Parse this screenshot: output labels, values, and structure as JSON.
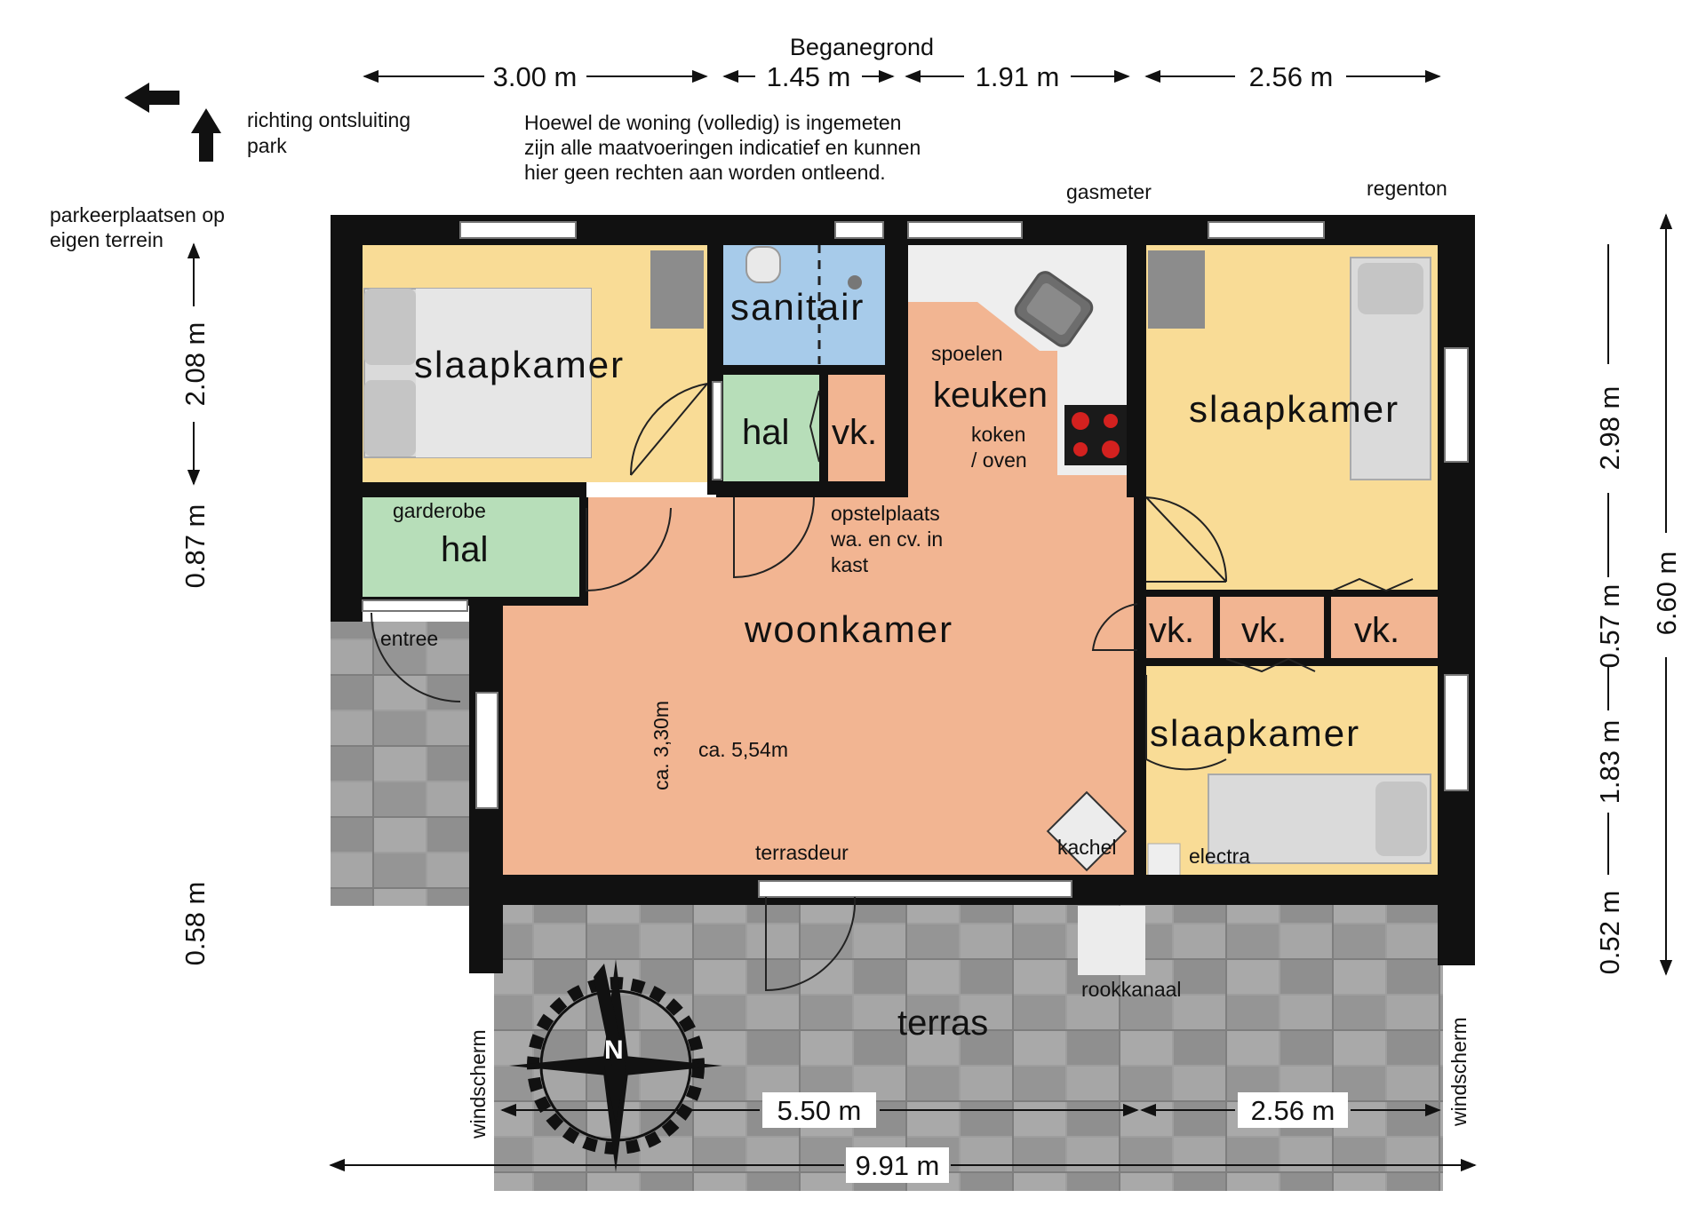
{
  "title": "Beganegrond",
  "note_lines": [
    "Hoewel de woning (volledig) is ingemeten",
    "zijn alle maatvoeringen indicatief en kunnen",
    "hier geen rechten aan worden ontleend."
  ],
  "direction": {
    "lines": [
      "richting ontsluiting",
      "park"
    ],
    "parking_lines": [
      "parkeerplaatsen op",
      "eigen terrein"
    ]
  },
  "outside_labels": {
    "gasmeter": "gasmeter",
    "regenton": "regenton",
    "rookkanaal": "rookkanaal",
    "windscherm": "windscherm",
    "entree": "entree",
    "terrasdeur": "terrasdeur"
  },
  "rooms": {
    "slaapkamer_1": "slaapkamer",
    "sanitair": "sanitair",
    "hal_small": "hal",
    "vk": "vk.",
    "keuken": "keuken",
    "spoelen": "spoelen",
    "koken": [
      "koken",
      "/ oven"
    ],
    "slaapkamer_2": "slaapkamer",
    "garderobe": "garderobe",
    "hal": "hal",
    "opstel": [
      "opstelplaats",
      "wa. en cv. in",
      "kast"
    ],
    "woonkamer": "woonkamer",
    "slaapkamer_3": "slaapkamer",
    "kachel": "kachel",
    "electra": "electra",
    "terras": "terras",
    "woonkamer_width": "ca. 5,54m",
    "woonkamer_depth": "ca. 3,30m"
  },
  "dimensions": {
    "top": [
      "3.00 m",
      "1.45 m",
      "1.91 m",
      "2.56 m"
    ],
    "left": [
      "2.08 m",
      "0.87 m",
      "0.58 m"
    ],
    "right": [
      "2.98 m",
      "0.57 m",
      "1.83 m",
      "0.52 m"
    ],
    "right_total": "6.60 m",
    "bottom": [
      "5.50 m",
      "2.56 m"
    ],
    "bottom_total": "9.91 m"
  },
  "compass": {
    "north": "N"
  },
  "colors": {
    "wall": "#111111",
    "bedroom": "#f9dc96",
    "living": "#f2b592",
    "sanitary": "#a7cbea",
    "hall": "#b7deb9",
    "kitchen_counter": "#eeeeee",
    "terrace": "#9e9e9e"
  }
}
